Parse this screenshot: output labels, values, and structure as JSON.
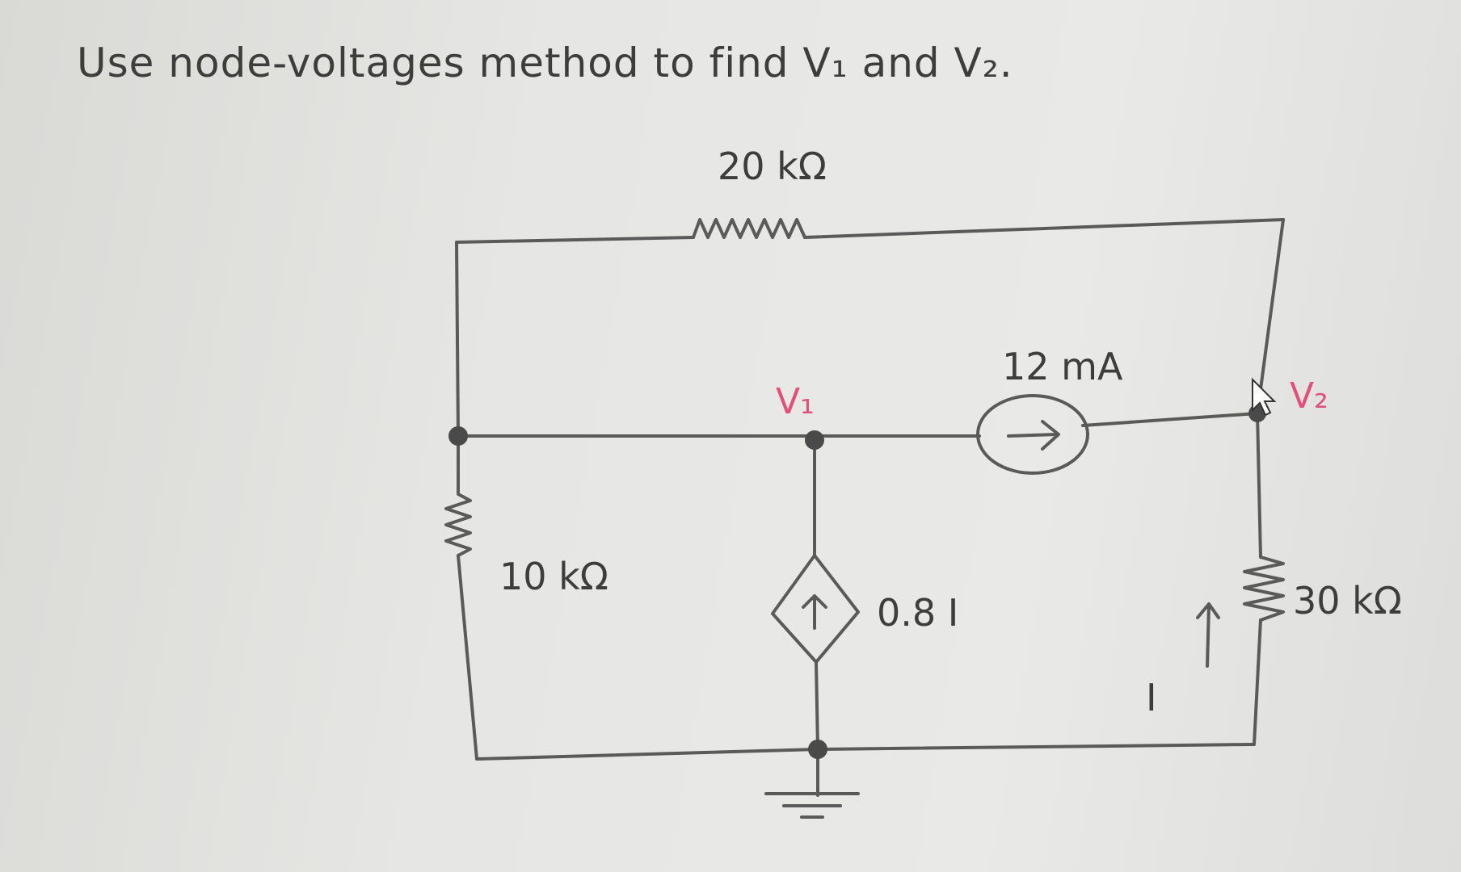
{
  "problem": {
    "instruction": "Use node-voltages method to find V₁ and V₂."
  },
  "components": {
    "r_top": {
      "label": "20 kΩ"
    },
    "r_left": {
      "label": "10 kΩ"
    },
    "r_right": {
      "label": "30 kΩ"
    },
    "current_source": {
      "label": "12 mA"
    },
    "dependent_source": {
      "label": "0.8 I"
    },
    "current_label": {
      "label": "I"
    }
  },
  "nodes": {
    "v1": "V₁",
    "v2": "V₂"
  },
  "colors": {
    "ink": "#3d3d3d",
    "node_label": "#e0507a",
    "paper": "#e4e4e2"
  }
}
